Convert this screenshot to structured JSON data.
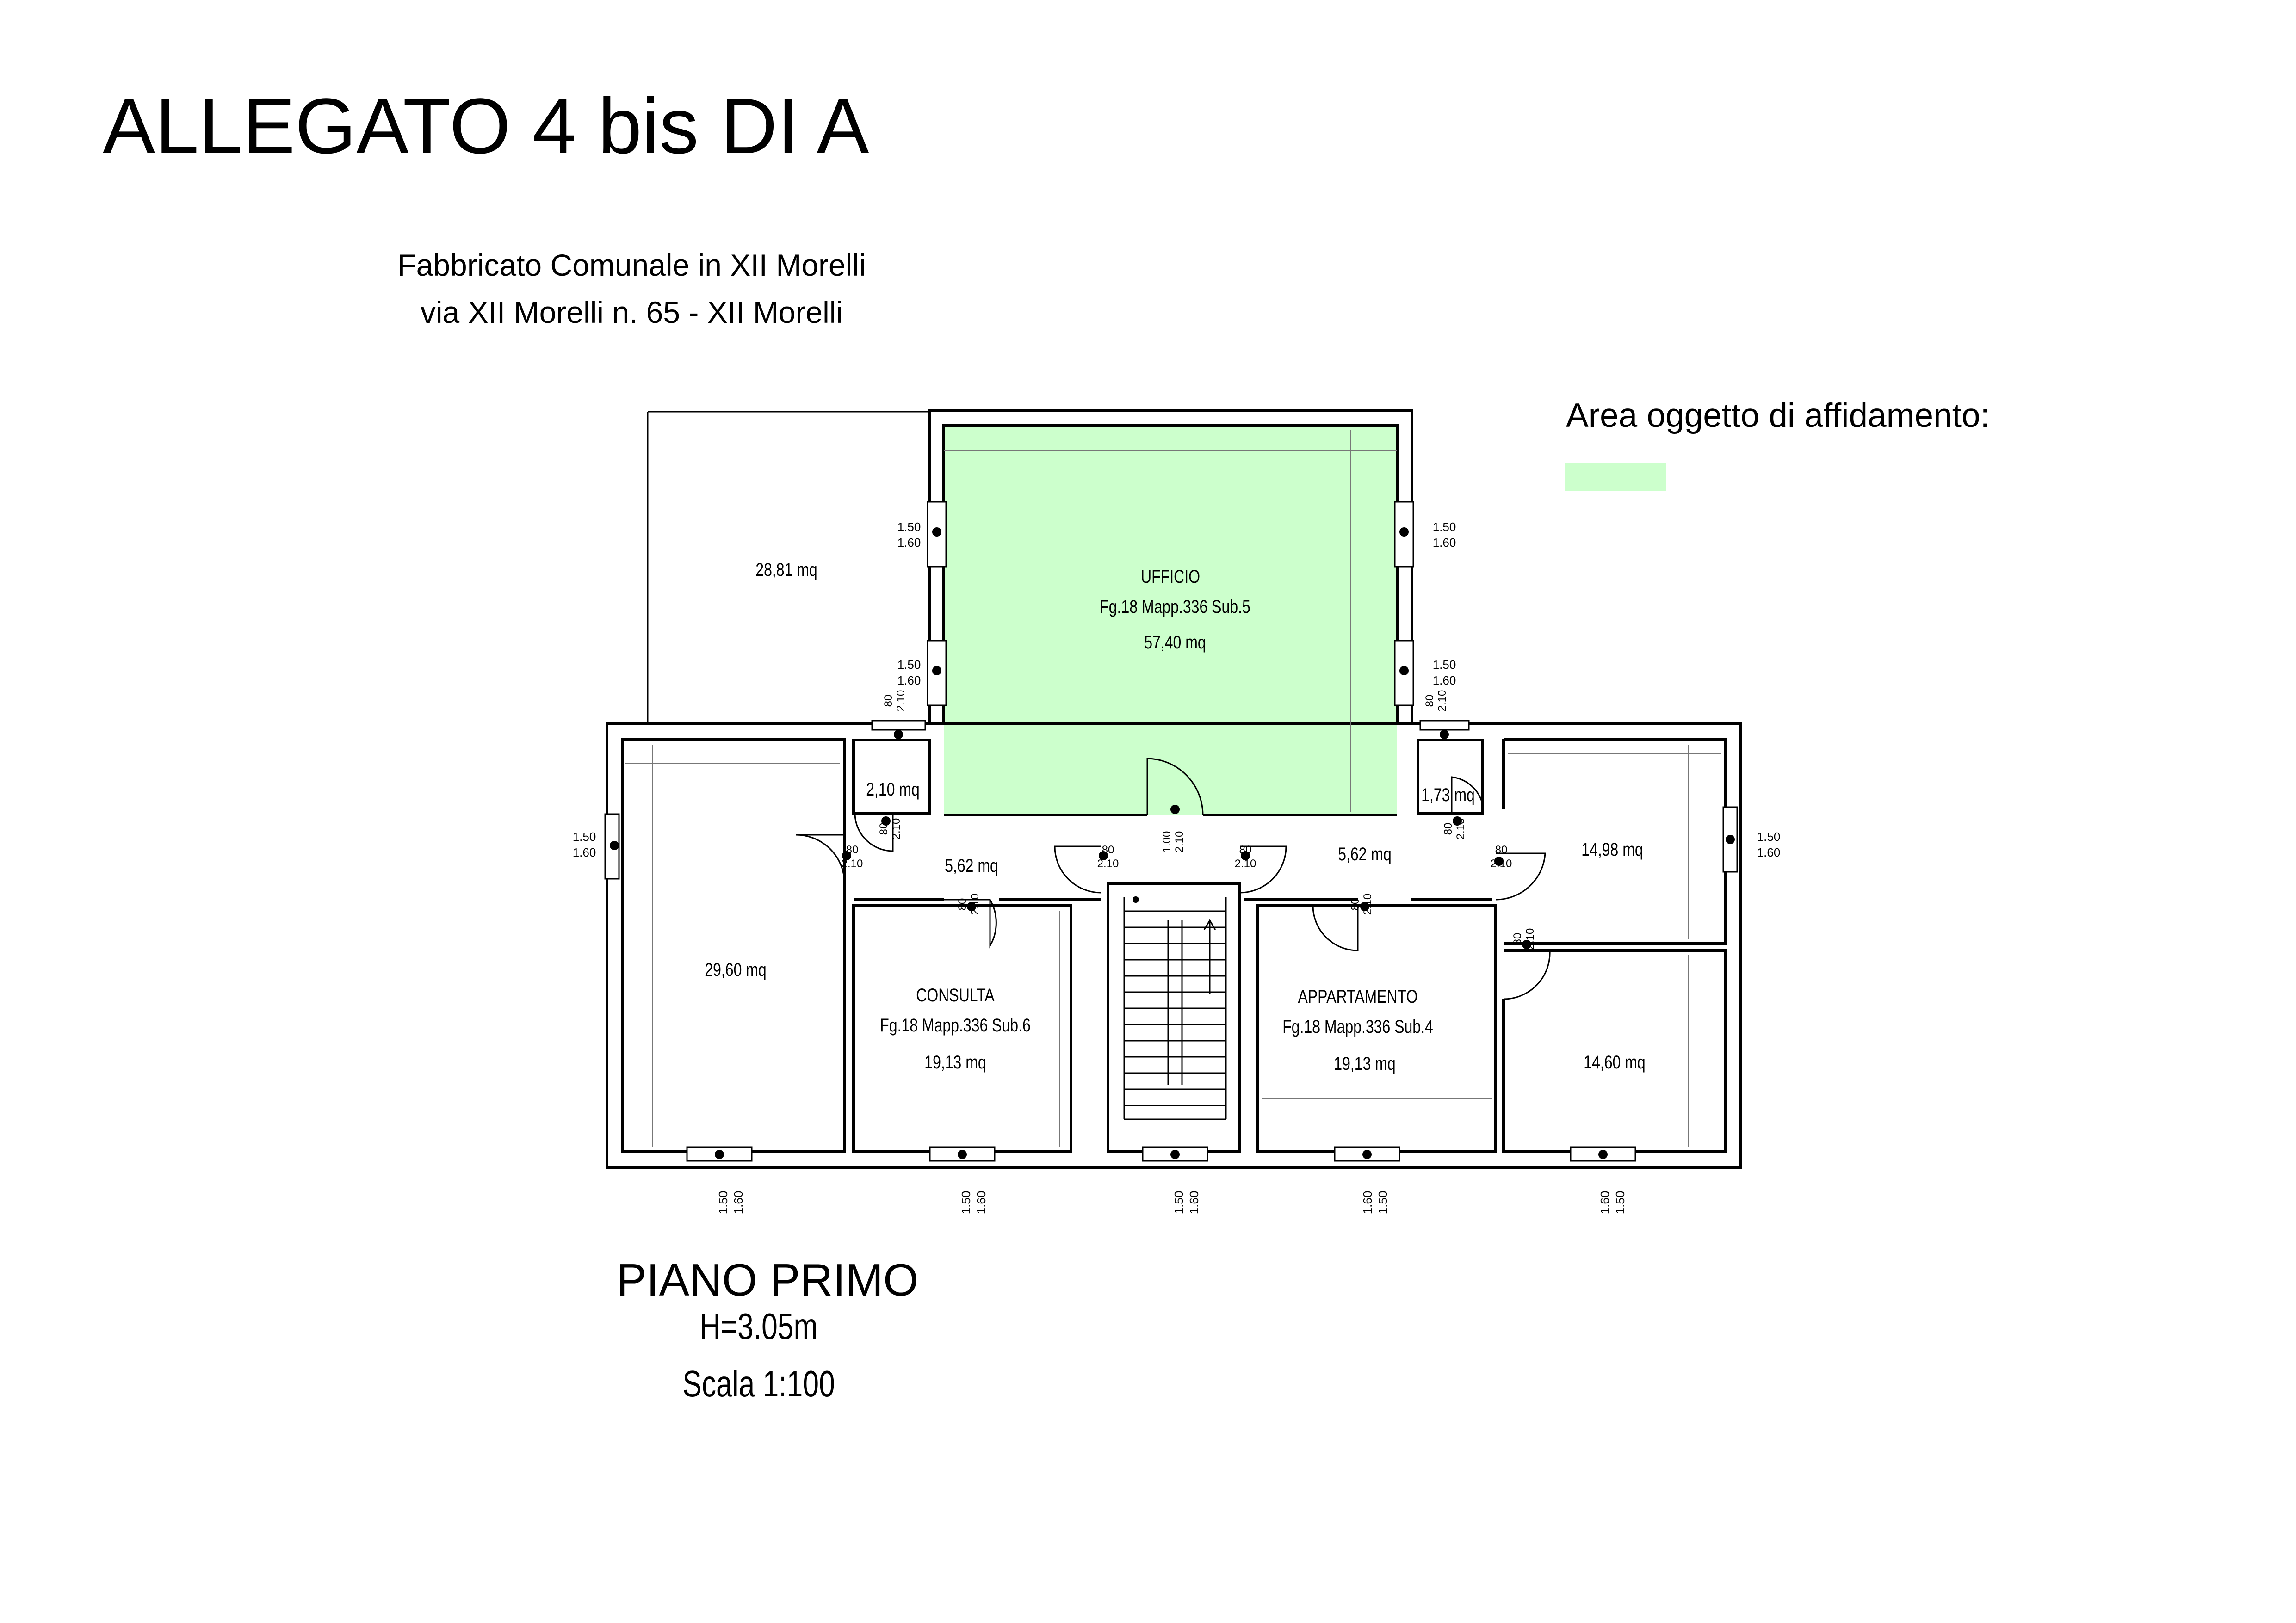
{
  "title": "ALLEGATO 4 bis DI A",
  "subtitle": {
    "line1": "Fabbricato Comunale in XII Morelli",
    "line2": "via XII Morelli n. 65  -  XII Morelli"
  },
  "legend": {
    "label": "Area oggetto di affidamento:",
    "color": "#ccffcc"
  },
  "floor": {
    "name": "PIANO PRIMO",
    "height": "H=3.05m",
    "scale": "Scala 1:100"
  },
  "rooms": {
    "terrace_area": "28,81 mq",
    "ufficio_name": "UFFICIO",
    "ufficio_ref": "Fg.18 Mapp.336 Sub.5",
    "ufficio_area": "57,40 mq",
    "left_room_area": "29,60 mq",
    "wc_left_area": "2,10 mq",
    "corridor_left_area": "5,62 mq",
    "consulta_name": "CONSULTA",
    "consulta_ref": "Fg.18 Mapp.336 Sub.6",
    "consulta_area": "19,13 mq",
    "wc_right_area": "1,73 mq",
    "corridor_right_area": "5,62 mq",
    "appartamento_name": "APPARTAMENTO",
    "appartamento_ref": "Fg.18 Mapp.336 Sub.4",
    "appartamento_area": "19,13 mq",
    "right_top_area": "14,98 mq",
    "right_bottom_area": "14,60 mq"
  },
  "windows": {
    "width": "1.50",
    "height": "1.60"
  },
  "doors": {
    "width": "80",
    "height": "2.10",
    "main_width": "1.00"
  },
  "colors": {
    "wall": "#000000",
    "dim_line": "#777777"
  }
}
